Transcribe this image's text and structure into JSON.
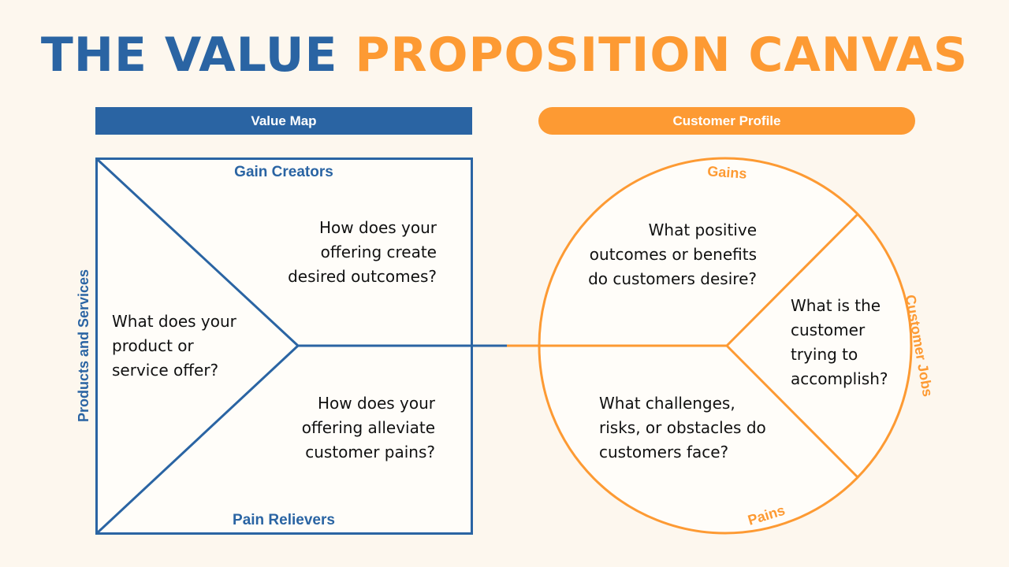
{
  "title": {
    "part1": "THE VALUE",
    "part2": "PROPOSITION CANVAS"
  },
  "colors": {
    "blue": "#2a64a3",
    "orange": "#fd9a33",
    "background": "#fdf7ee"
  },
  "value_map": {
    "header": "Value Map",
    "side_label": "Products and Services",
    "gain_creators_label": "Gain Creators",
    "pain_relievers_label": "Pain Relievers",
    "products_question": "What does your\nproduct or\nservice offer?",
    "gain_creators_question": "How does your\noffering create\ndesired outcomes?",
    "pain_relievers_question": "How does your\noffering alleviate\ncustomer pains?"
  },
  "customer_profile": {
    "header": "Customer Profile",
    "gains_label": "Gains",
    "pains_label": "Pains",
    "jobs_label": "Customer Jobs",
    "gains_question": "What positive\noutcomes or benefits\ndo customers desire?",
    "jobs_question": "What is the\ncustomer\ntrying to\naccomplish?",
    "pains_question": "What challenges,\nrisks, or obstacles do\ncustomers face?"
  }
}
